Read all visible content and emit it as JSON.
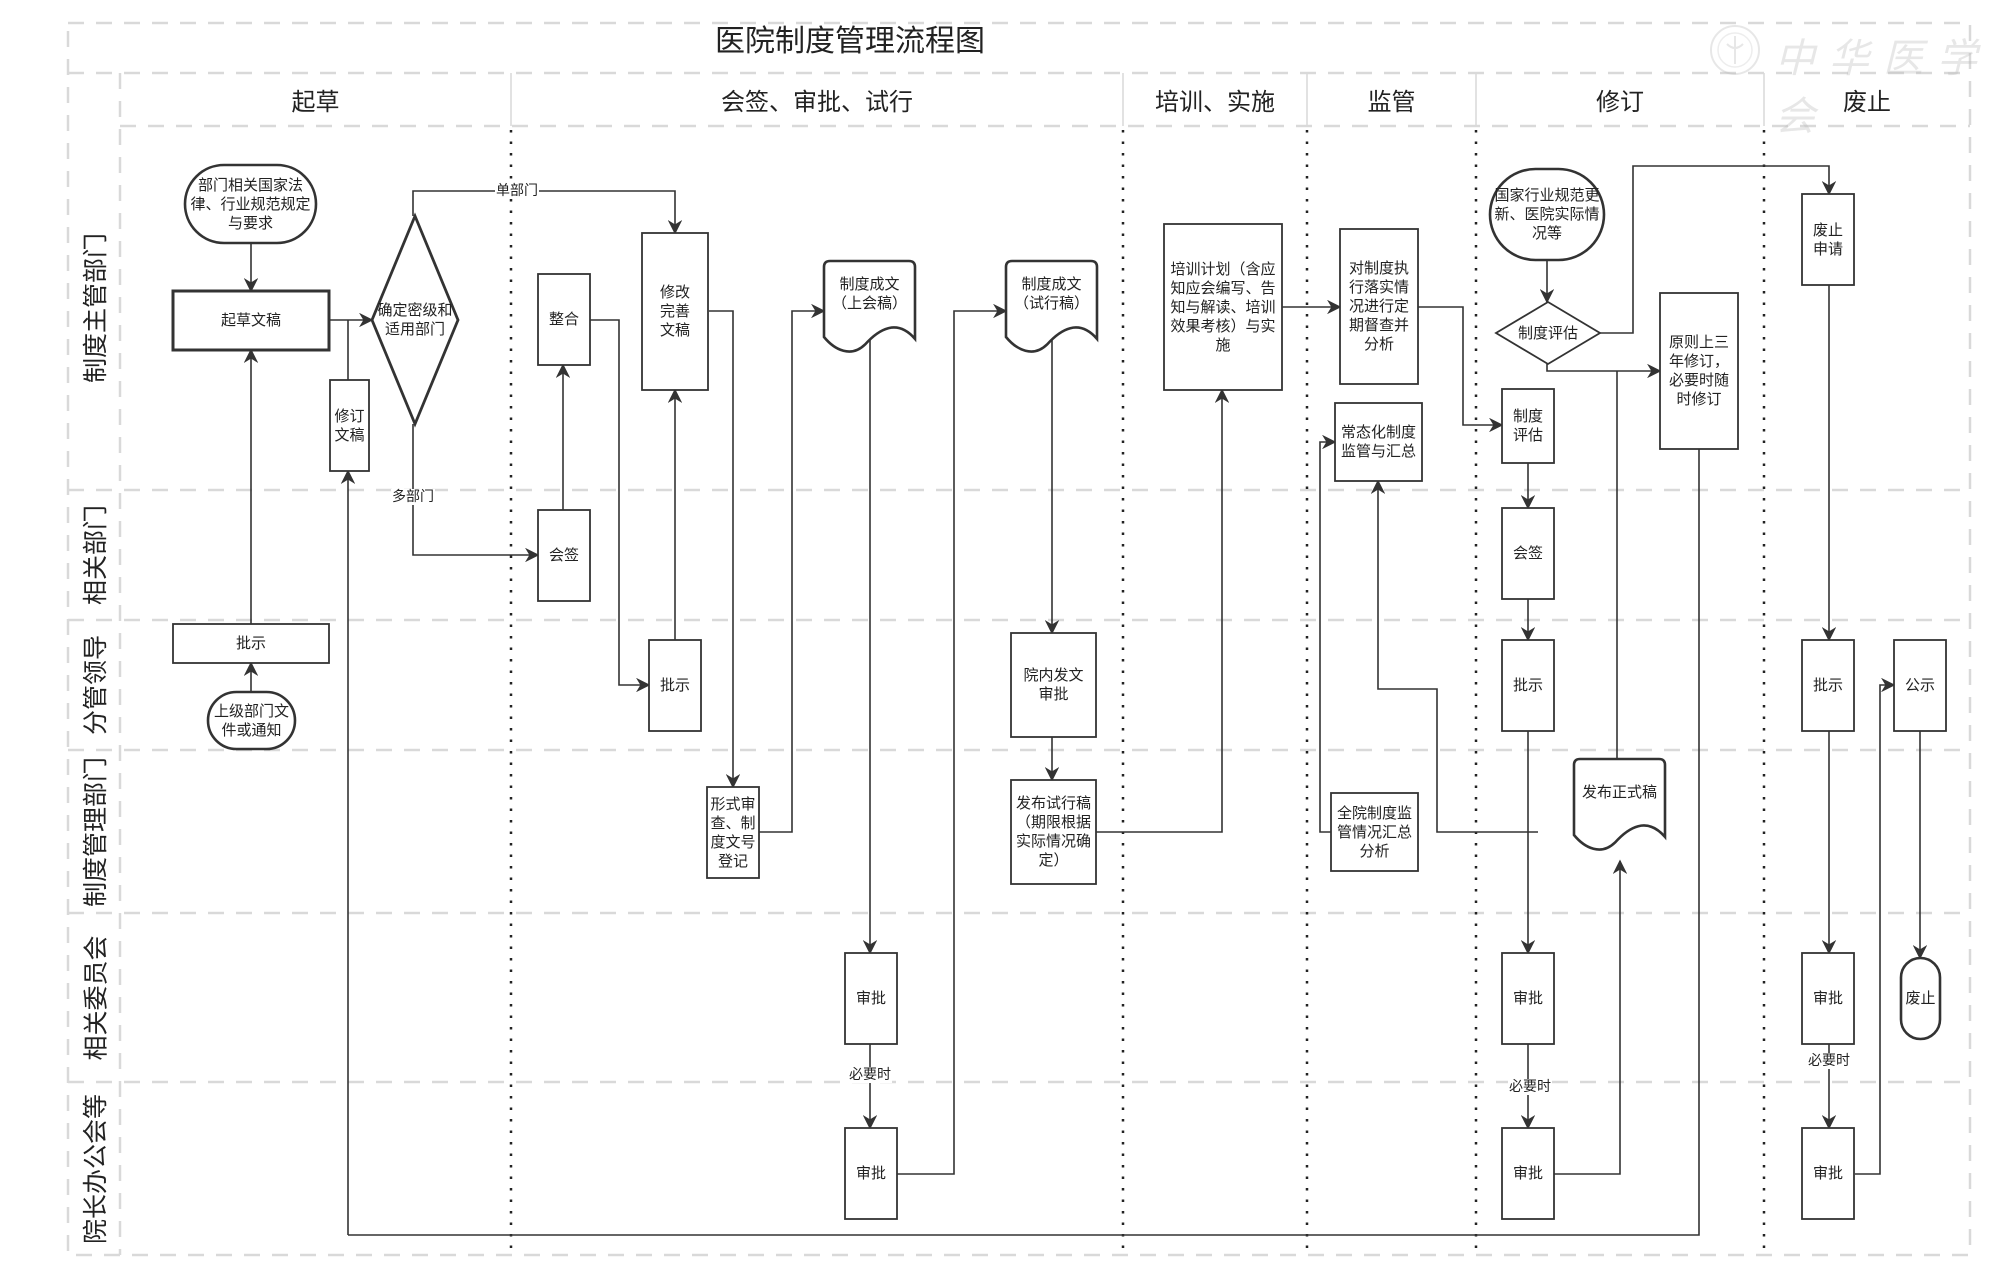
{
  "title": "医院制度管理流程图",
  "watermark": {
    "text": "中华医学会",
    "icon": "society-seal-icon"
  },
  "phases": [
    {
      "id": "draft",
      "label": "起草"
    },
    {
      "id": "sign",
      "label": "会签、审批、试行"
    },
    {
      "id": "train",
      "label": "培训、实施"
    },
    {
      "id": "supervise",
      "label": "监管"
    },
    {
      "id": "revise",
      "label": "修订"
    },
    {
      "id": "abolish",
      "label": "废止"
    }
  ],
  "lanes": [
    {
      "id": "owner",
      "label": "制度主管部门"
    },
    {
      "id": "related",
      "label": "相关部门"
    },
    {
      "id": "leader",
      "label": "分管领导"
    },
    {
      "id": "admin",
      "label": "制度管理部门"
    },
    {
      "id": "committee",
      "label": "相关委员会"
    },
    {
      "id": "office",
      "label": "院长办公会等"
    }
  ],
  "nodes": [
    {
      "id": "n_law",
      "type": "terminator",
      "text": "部门相关国家法\n律、行业规范规定\n与要求"
    },
    {
      "id": "n_draft",
      "type": "process-bold",
      "text": "起草文稿"
    },
    {
      "id": "n_decide",
      "type": "decision",
      "text": "确定密级和\n适用部门"
    },
    {
      "id": "n_revise_doc",
      "type": "process",
      "text": "修订\n文稿"
    },
    {
      "id": "n_leader_ok1",
      "type": "process",
      "text": "批示"
    },
    {
      "id": "n_upper",
      "type": "terminator",
      "text": "上级部门文\n件或通知"
    },
    {
      "id": "n_merge",
      "type": "process",
      "text": "整合"
    },
    {
      "id": "n_cosign1",
      "type": "process",
      "text": "会签"
    },
    {
      "id": "n_modify",
      "type": "process",
      "text": "修改\n完善\n文稿"
    },
    {
      "id": "n_leader_ok2",
      "type": "process",
      "text": "批示"
    },
    {
      "id": "n_formal_check",
      "type": "process",
      "text": "形式审\n查、制\n度文号\n登记"
    },
    {
      "id": "n_doc_meeting",
      "type": "document",
      "text": "制度成文\n（上会稿）"
    },
    {
      "id": "n_comm_approve1",
      "type": "process",
      "text": "审批"
    },
    {
      "id": "n_office_approve1",
      "type": "process",
      "text": "审批"
    },
    {
      "id": "n_doc_trial",
      "type": "document",
      "text": "制度成文\n（试行稿）"
    },
    {
      "id": "n_internal_approve",
      "type": "process",
      "text": "院内发文\n审批"
    },
    {
      "id": "n_publish_trial",
      "type": "process",
      "text": "发布试行稿\n（期限根据\n实际情况确\n定）"
    },
    {
      "id": "n_training",
      "type": "process",
      "text": "培训计划（含应\n知应会编写、告\n知与解读、培训\n效果考核）与实\n施"
    },
    {
      "id": "n_inspect",
      "type": "process",
      "text": "对制度执\n行落实情\n况进行定\n期督查并\n分析"
    },
    {
      "id": "n_routine",
      "type": "process",
      "text": "常态化制度\n监管与汇总"
    },
    {
      "id": "n_summary",
      "type": "process",
      "text": "全院制度监\n管情况汇总\n分析"
    },
    {
      "id": "n_update_src",
      "type": "terminator",
      "text": "国家行业规范更\n新、医院实际情\n况等"
    },
    {
      "id": "n_eval_decision",
      "type": "decision",
      "text": "制度评估"
    },
    {
      "id": "n_eval_box",
      "type": "process",
      "text": "制度\n评估"
    },
    {
      "id": "n_three_year",
      "type": "process",
      "text": "原则上三\n年修订，\n必要时随\n时修订"
    },
    {
      "id": "n_cosign2",
      "type": "process",
      "text": "会签"
    },
    {
      "id": "n_leader_ok3",
      "type": "process",
      "text": "批示"
    },
    {
      "id": "n_publish_final",
      "type": "document",
      "text": "发布正式稿"
    },
    {
      "id": "n_comm_approve2",
      "type": "process",
      "text": "审批"
    },
    {
      "id": "n_office_approve2",
      "type": "process",
      "text": "审批"
    },
    {
      "id": "n_abolish_apply",
      "type": "process",
      "text": "废止\n申请"
    },
    {
      "id": "n_leader_ok4",
      "type": "process",
      "text": "批示"
    },
    {
      "id": "n_announce",
      "type": "process",
      "text": "公示"
    },
    {
      "id": "n_comm_approve3",
      "type": "process",
      "text": "审批"
    },
    {
      "id": "n_office_approve3",
      "type": "process",
      "text": "审批"
    },
    {
      "id": "n_abolished",
      "type": "terminator",
      "text": "废止"
    }
  ],
  "edge_labels": {
    "single_dept": "单部门",
    "multi_dept": "多部门",
    "when_needed_1": "必要时",
    "when_needed_2": "必要时",
    "when_needed_3": "必要时"
  },
  "colors": {
    "stroke": "#333333",
    "lane_divider": "#d9d9d9",
    "phase_divider": "#222222",
    "text": "#222222"
  }
}
